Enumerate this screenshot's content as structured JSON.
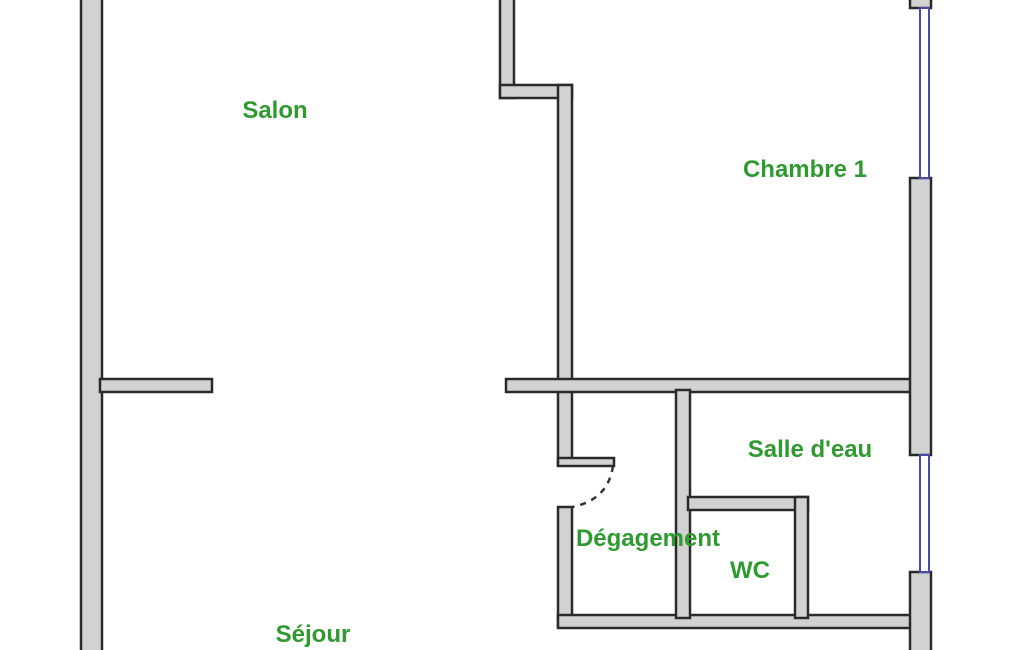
{
  "plan": {
    "rooms": [
      {
        "id": "salon",
        "label": "Salon"
      },
      {
        "id": "chambre-1",
        "label": "Chambre 1"
      },
      {
        "id": "salle-d-eau",
        "label": "Salle d'eau"
      },
      {
        "id": "degagement",
        "label": "Dégagement"
      },
      {
        "id": "wc",
        "label": "WC"
      },
      {
        "id": "sejour",
        "label": "Séjour"
      }
    ],
    "colors": {
      "label": "#2f9a2f",
      "wall": "#d2d2d2",
      "window": "#4a4aa8"
    }
  }
}
